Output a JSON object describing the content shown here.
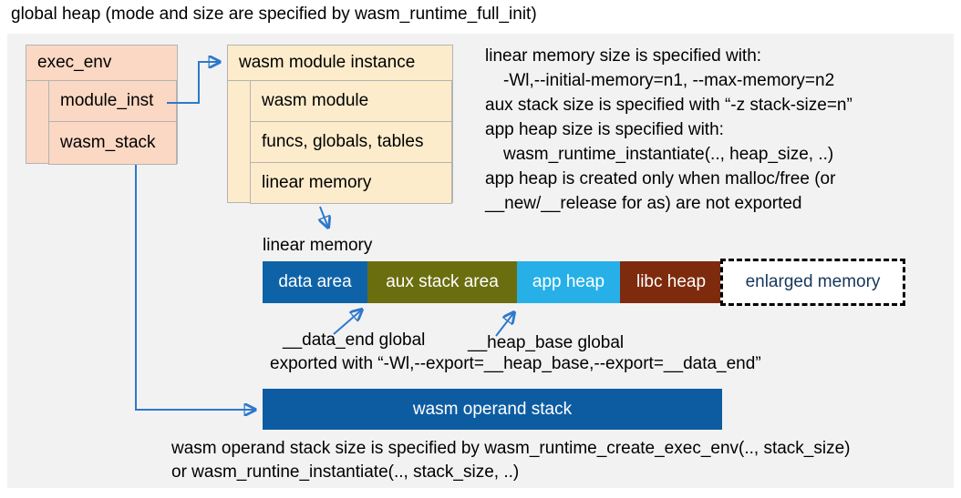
{
  "title": "global heap (mode and size are specified by wasm_runtime_full_init)",
  "exec_env": {
    "header": "exec_env",
    "rows": [
      "module_inst",
      "wasm_stack"
    ]
  },
  "module_instance": {
    "header": "wasm module instance",
    "rows": [
      "wasm module",
      "funcs, globals, tables",
      "linear memory"
    ]
  },
  "notes_right": {
    "lines": [
      "linear memory size is specified with:",
      "-Wl,--initial-memory=n1, --max-memory=n2",
      "aux stack size is specified with “-z stack-size=n”",
      "app heap size is specified with:",
      "wasm_runtime_instantiate(.., heap_size, ..)",
      "app heap is created only when malloc/free (or",
      "__new/__release for as) are not exported"
    ]
  },
  "linear_memory": {
    "label": "linear memory",
    "segments": [
      {
        "label": "data area",
        "color": "#0e63a8",
        "text_color": "#ffffff"
      },
      {
        "label": "aux stack area",
        "color": "#6b6e0f",
        "text_color": "#ffffff"
      },
      {
        "label": "app heap",
        "color": "#27b0e8",
        "text_color": "#ffffff"
      },
      {
        "label": "libc heap",
        "color": "#7e2a0d",
        "text_color": "#ffffff"
      },
      {
        "label": "enlarged memory",
        "color": "#ffffff",
        "text_color": "#16365d"
      }
    ],
    "data_end_label": "__data_end global",
    "heap_base_label": "__heap_base global",
    "export_note": "exported with “-Wl,--export=__heap_base,--export=__data_end”"
  },
  "operand_stack": {
    "label": "wasm operand stack",
    "color": "#0d5ca1"
  },
  "notes_bottom": {
    "lines": [
      "wasm operand stack size is specified by wasm_runtime_create_exec_env(.., stack_size)",
      "or wasm_runtine_instantiate(.., stack_size, ..)"
    ]
  },
  "arrow_color": "#2e78cc",
  "background_panel_color": "#f2f2f2",
  "exec_env_fill": "#fbd8c3",
  "module_instance_fill": "#fdeccb"
}
